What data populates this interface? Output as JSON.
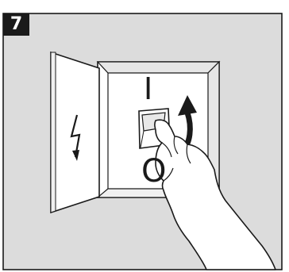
{
  "step": {
    "number": "7",
    "badge_color": "#1a1a1a"
  },
  "panel": {
    "background_color": "#dcdcdc",
    "border_color": "#1a1a1a"
  },
  "switch": {
    "on_label": "I",
    "off_label": "O",
    "state": "being switched to I (on)"
  },
  "icons": {
    "door_icon": "lightning-bolt-icon",
    "direction_icon": "up-arrow-icon",
    "hand_icon": "hand-icon"
  }
}
